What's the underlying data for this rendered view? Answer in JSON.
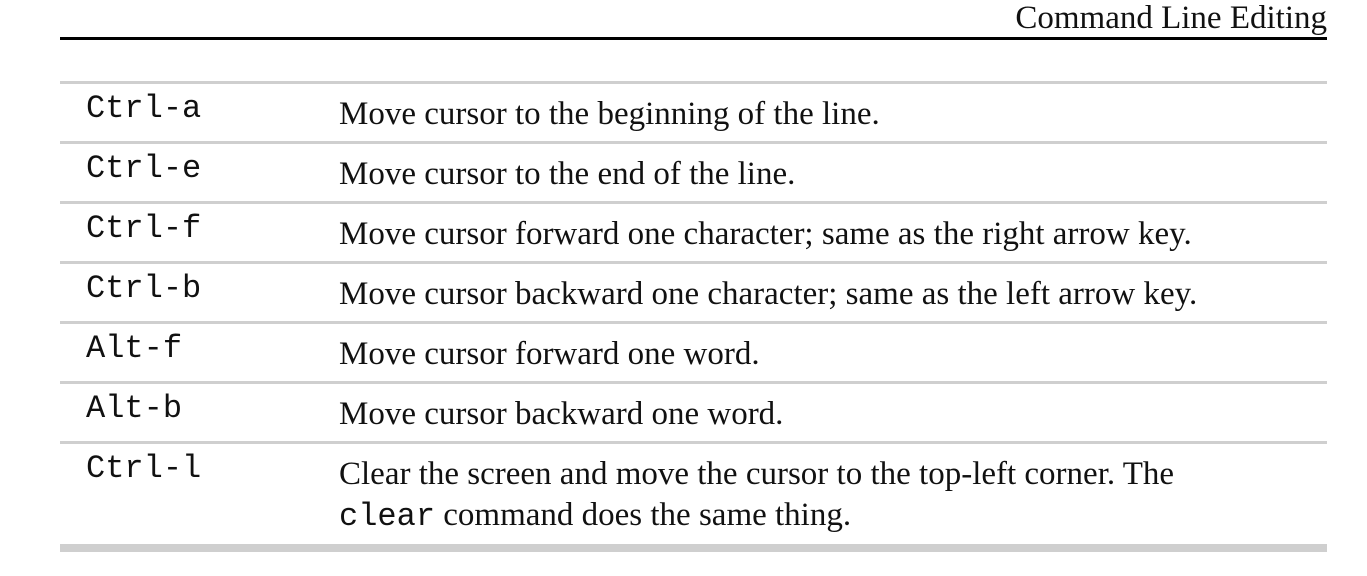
{
  "header": {
    "title": "Command Line Editing"
  },
  "table": {
    "rows": [
      {
        "key": "Ctrl-a",
        "description": "Move cursor to the beginning of the line."
      },
      {
        "key": "Ctrl-e",
        "description": "Move cursor to the end of the line."
      },
      {
        "key": "Ctrl-f",
        "description": "Move cursor forward one character; same as the right arrow key."
      },
      {
        "key": "Ctrl-b",
        "description": "Move cursor backward one character; same as the left arrow key."
      },
      {
        "key": "Alt-f",
        "description": "Move cursor forward one word."
      },
      {
        "key": "Alt-b",
        "description": "Move cursor backward one word."
      },
      {
        "key": "Ctrl-l",
        "description_line1": "Clear the screen and move the cursor to the top-left corner. The",
        "description_code": "clear",
        "description_line2_rest": " command does the same thing."
      }
    ]
  }
}
